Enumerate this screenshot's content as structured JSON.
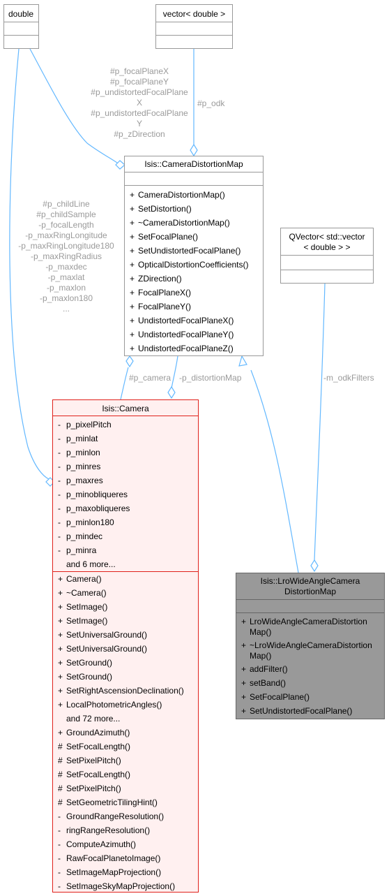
{
  "nodes": {
    "double": {
      "title": "double"
    },
    "vector_double": {
      "title": "vector< double >"
    },
    "distortion_map": {
      "title": "Isis::CameraDistortionMap",
      "methods": [
        {
          "vis": "+",
          "name": "CameraDistortionMap()"
        },
        {
          "vis": "+",
          "name": "SetDistortion()"
        },
        {
          "vis": "+",
          "name": "~CameraDistortionMap()"
        },
        {
          "vis": "+",
          "name": "SetFocalPlane()"
        },
        {
          "vis": "+",
          "name": "SetUndistortedFocalPlane()"
        },
        {
          "vis": "+",
          "name": "OpticalDistortionCoefficients()"
        },
        {
          "vis": "+",
          "name": "ZDirection()"
        },
        {
          "vis": "+",
          "name": "FocalPlaneX()"
        },
        {
          "vis": "+",
          "name": "FocalPlaneY()"
        },
        {
          "vis": "+",
          "name": "UndistortedFocalPlaneX()"
        },
        {
          "vis": "+",
          "name": "UndistortedFocalPlaneY()"
        },
        {
          "vis": "+",
          "name": "UndistortedFocalPlaneZ()"
        }
      ]
    },
    "qvector": {
      "title_line1": "QVector< std::vector",
      "title_line2": "< double > >"
    },
    "camera": {
      "title": "Isis::Camera",
      "attributes": [
        {
          "vis": "-",
          "name": "p_pixelPitch"
        },
        {
          "vis": "-",
          "name": "p_minlat"
        },
        {
          "vis": "-",
          "name": "p_minlon"
        },
        {
          "vis": "-",
          "name": "p_minres"
        },
        {
          "vis": "-",
          "name": "p_maxres"
        },
        {
          "vis": "-",
          "name": "p_minobliqueres"
        },
        {
          "vis": "-",
          "name": "p_maxobliqueres"
        },
        {
          "vis": "-",
          "name": "p_minlon180"
        },
        {
          "vis": "-",
          "name": "p_mindec"
        },
        {
          "vis": "-",
          "name": "p_minra"
        },
        {
          "vis": "",
          "name": "and 6 more..."
        }
      ],
      "methods": [
        {
          "vis": "+",
          "name": "Camera()"
        },
        {
          "vis": "+",
          "name": "~Camera()"
        },
        {
          "vis": "+",
          "name": "SetImage()"
        },
        {
          "vis": "+",
          "name": "SetImage()"
        },
        {
          "vis": "+",
          "name": "SetUniversalGround()"
        },
        {
          "vis": "+",
          "name": "SetUniversalGround()"
        },
        {
          "vis": "+",
          "name": "SetGround()"
        },
        {
          "vis": "+",
          "name": "SetGround()"
        },
        {
          "vis": "+",
          "name": "SetRightAscensionDeclination()"
        },
        {
          "vis": "+",
          "name": "LocalPhotometricAngles()"
        },
        {
          "vis": "",
          "name": "and 72 more..."
        },
        {
          "vis": "+",
          "name": "GroundAzimuth()"
        },
        {
          "vis": "#",
          "name": "SetFocalLength()"
        },
        {
          "vis": "#",
          "name": "SetPixelPitch()"
        },
        {
          "vis": "#",
          "name": "SetFocalLength()"
        },
        {
          "vis": "#",
          "name": "SetPixelPitch()"
        },
        {
          "vis": "#",
          "name": "SetGeometricTilingHint()"
        },
        {
          "vis": "-",
          "name": "GroundRangeResolution()"
        },
        {
          "vis": "-",
          "name": "ringRangeResolution()"
        },
        {
          "vis": "-",
          "name": "ComputeAzimuth()"
        },
        {
          "vis": "-",
          "name": "RawFocalPlanetoImage()"
        },
        {
          "vis": "-",
          "name": "SetImageMapProjection()"
        },
        {
          "vis": "-",
          "name": "SetImageSkyMapProjection()"
        }
      ]
    },
    "lro": {
      "title_line1": "Isis::LroWideAngleCamera",
      "title_line2": "DistortionMap",
      "methods": [
        {
          "vis": "+",
          "name": "LroWideAngleCameraDistortion Map()"
        },
        {
          "vis": "+",
          "name": "~LroWideAngleCameraDistortion Map()"
        },
        {
          "vis": "+",
          "name": "addFilter()"
        },
        {
          "vis": "+",
          "name": "setBand()"
        },
        {
          "vis": "+",
          "name": "SetFocalPlane()"
        },
        {
          "vis": "+",
          "name": "SetUndistortedFocalPlane()"
        }
      ]
    }
  },
  "edge_labels": {
    "double_to_distortion": [
      "#p_focalPlaneX",
      "#p_focalPlaneY",
      "#p_undistortedFocalPlane",
      "X",
      "#p_undistortedFocalPlane",
      "Y",
      "#p_zDirection"
    ],
    "vector_to_distortion": "#p_odk",
    "double_to_camera": [
      "#p_childLine",
      "#p_childSample",
      "-p_focalLength",
      "-p_maxRingLongitude",
      "-p_maxRingLongitude180",
      "-p_maxRingRadius",
      "-p_maxdec",
      "-p_maxlat",
      "-p_maxlon",
      "-p_maxlon180",
      "..."
    ],
    "camera_to_distortion": "#p_camera",
    "distortion_to_camera": "-p_distortionMap",
    "qvector_to_lro": "-m_odkFilters"
  },
  "colors": {
    "edge": "#63b8ff",
    "camera_border": "#e0201a",
    "camera_fill": "#fff0f0",
    "lro_fill": "#999999",
    "label": "#9a9a9a"
  }
}
